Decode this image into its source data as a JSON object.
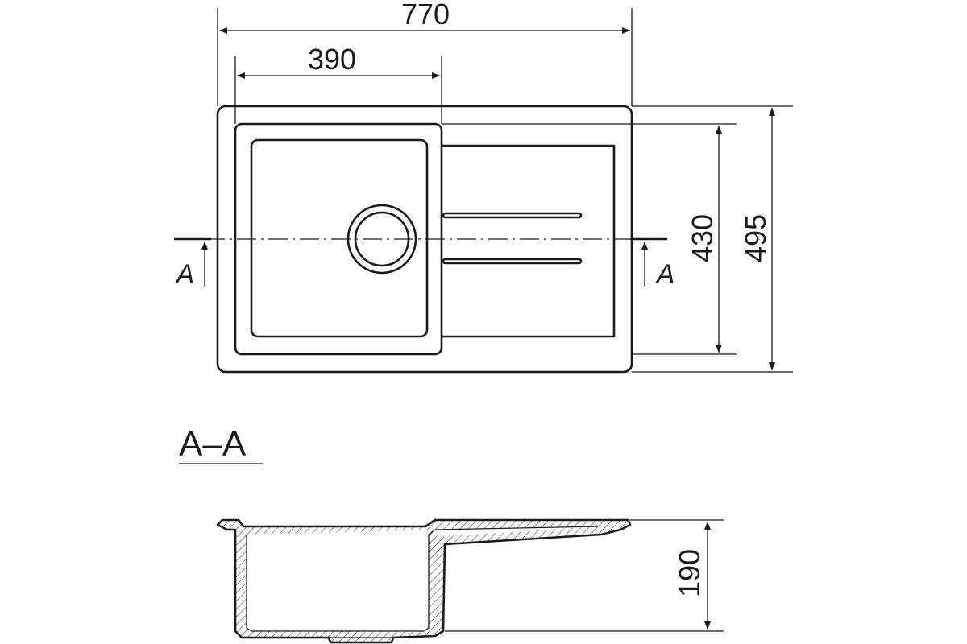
{
  "dimensions": {
    "overall_width": "770",
    "bowl_width": "390",
    "bowl_depth_inner": "430",
    "overall_depth": "495",
    "bowl_height": "190"
  },
  "section": {
    "marker_left": "A",
    "marker_right": "A",
    "title": "A–A"
  },
  "colors": {
    "line": "#1a1a1a",
    "background": "#ffffff"
  }
}
